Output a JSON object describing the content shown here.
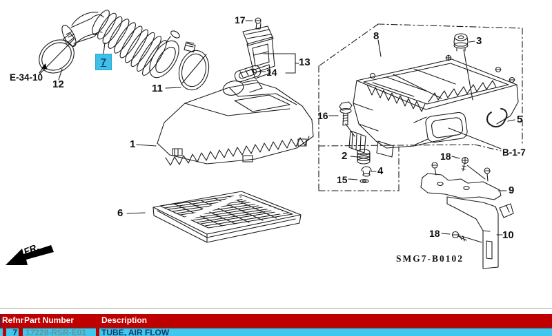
{
  "diagram": {
    "callouts": {
      "c7": "7",
      "c12": "12",
      "c11": "11",
      "c17": "17",
      "c13": "13",
      "c14": "14",
      "c1": "1",
      "c6": "6",
      "c8": "8",
      "c3": "3",
      "c16": "16",
      "c5": "5",
      "c2": "2",
      "c4": "4",
      "c15": "15",
      "c18a": "18",
      "c9": "9",
      "c18b": "18",
      "c10": "10"
    },
    "refs": {
      "e34_10": "E-34-10",
      "b1_7": "B-1-7",
      "front": "FR.",
      "drawing_code": "SMG7-B0102"
    },
    "highlight_color": "#3ec1e8"
  },
  "table": {
    "headers": [
      "Refnr",
      "Part Number",
      "Description"
    ],
    "rows": [
      {
        "refnr": "7",
        "part_number": "17228-RSR-E01",
        "description": "TUBE, AIR FLOW"
      }
    ],
    "colors": {
      "header_bg": "#c00000",
      "header_text": "#ffffff",
      "row_bg": "#3ec7ef",
      "row_text": "#123a66",
      "part_number_text": "#6e8e8a",
      "divider": "#8b1a1a"
    }
  }
}
